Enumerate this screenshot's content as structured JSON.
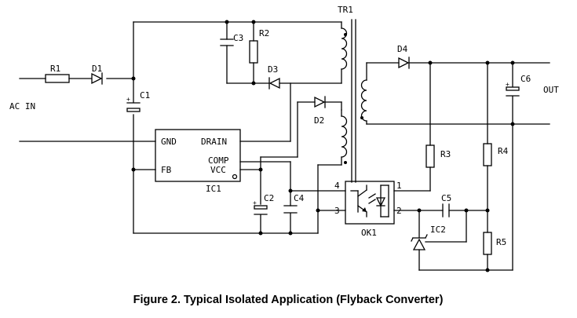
{
  "caption": "Figure 2. Typical Isolated Application (Flyback Converter)",
  "labels": {
    "tr1": "TR1",
    "r1": "R1",
    "d1": "D1",
    "c1": "C1",
    "ac_in": "AC IN",
    "c3": "C3",
    "r2": "R2",
    "d3": "D3",
    "d2": "D2",
    "d4": "D4",
    "c6": "C6",
    "out": "OUT",
    "r3": "R3",
    "r4": "R4",
    "r5": "R5",
    "c2": "C2",
    "c4": "C4",
    "c5": "C5",
    "ic2": "IC2",
    "ok1": "OK1",
    "ic1": "IC1",
    "gnd": "GND",
    "drain": "DRAIN",
    "fb": "FB",
    "comp": "COMP",
    "vcc": "VCC",
    "pin4": "4",
    "pin3": "3",
    "pin1": "1",
    "pin2": "2",
    "plus": "+"
  }
}
